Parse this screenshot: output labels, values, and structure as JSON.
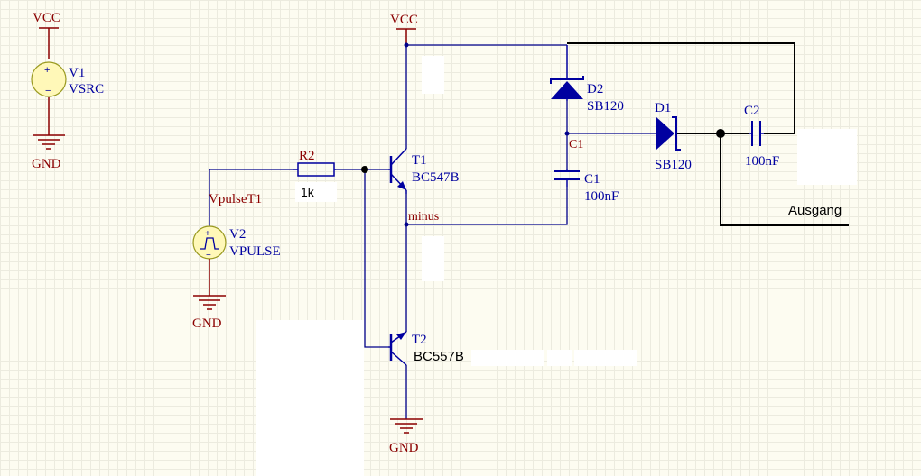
{
  "colors": {
    "power": "#8b0000",
    "component": "#0000a0",
    "wire_blue": "#00008b",
    "wire_black": "#000000",
    "source_fill": "#fff8b8",
    "blank_patch": "#ffffff"
  },
  "power_symbols": {
    "vcc_left": "VCC",
    "vcc_top": "VCC",
    "gnd_v1": "GND",
    "gnd_v2": "GND",
    "gnd_t2": "GND"
  },
  "components": {
    "v1": {
      "designator": "V1",
      "value": "VSRC"
    },
    "v2": {
      "designator": "V2",
      "value": "VPULSE"
    },
    "r2": {
      "designator": "R2",
      "value": "1k"
    },
    "t1": {
      "designator": "T1",
      "value": "BC547B"
    },
    "t2": {
      "designator": "T2",
      "value": "BC557B"
    },
    "d2": {
      "designator": "D2",
      "value": "SB120"
    },
    "d1": {
      "designator": "D1",
      "value": "SB120"
    },
    "c1": {
      "designator": "C1",
      "value": "100nF"
    },
    "c2": {
      "designator": "C2",
      "value": "100nF"
    }
  },
  "net_labels": {
    "vpulse": "VpulseT1",
    "minus": "minus",
    "c1_node": "C1",
    "output": "Ausgang"
  },
  "icons": {
    "voltage_source": "dc-voltage-source-icon",
    "pulse_source": "pulse-voltage-source-icon",
    "npn": "npn-transistor-icon",
    "pnp": "pnp-transistor-icon",
    "diode": "schottky-diode-icon",
    "capacitor": "capacitor-icon",
    "resistor": "resistor-icon",
    "ground": "ground-icon",
    "power": "power-port-icon"
  }
}
